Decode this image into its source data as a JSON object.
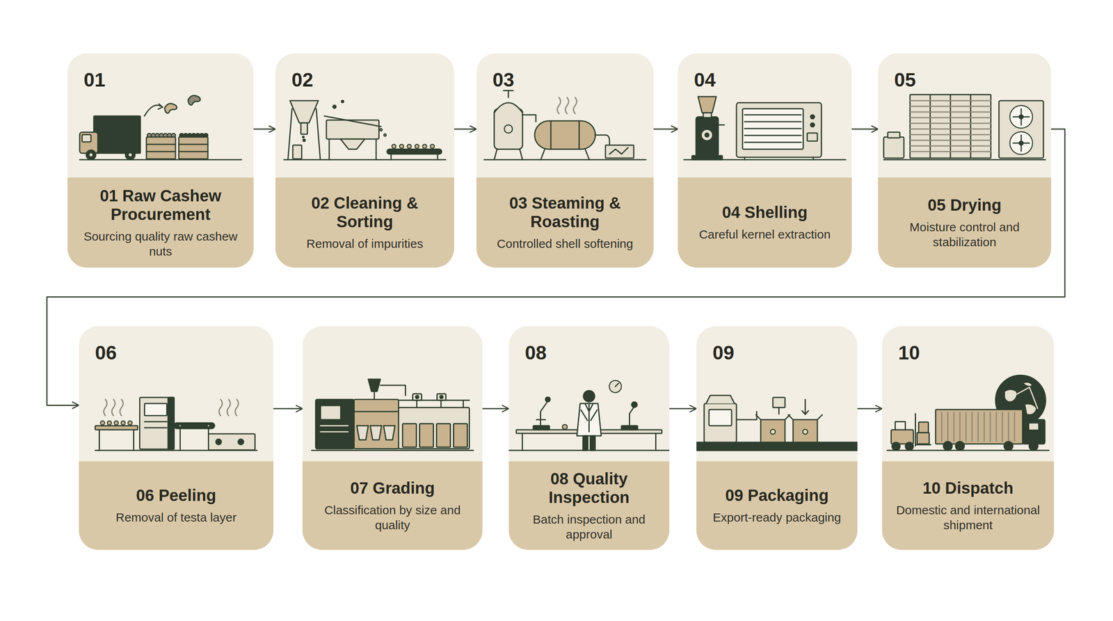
{
  "diagram": {
    "nodes": [
      {
        "text": [
          "01",
          "01 Raw Cashew Procurement",
          "Sourcing quality raw cashew nuts"
        ]
      },
      {
        "text": [
          "02",
          "02 Cleaning & Sorting",
          "Removal of impurities"
        ]
      },
      {
        "text": [
          "03",
          "03 Steaming & Roasting",
          "Controlled shell softening"
        ]
      },
      {
        "text": [
          "04",
          "04 Shelling",
          "Careful kernel extraction"
        ]
      },
      {
        "text": [
          "05",
          "05 Drying",
          "Moisture control and stabilization"
        ]
      },
      {
        "text": [
          "06",
          "06 Peeling",
          "Removal of testa layer"
        ]
      },
      {
        "text": [
          "07 Grading",
          "Classification by size and quality"
        ]
      },
      {
        "text": [
          "08",
          "08 Quality Inspection",
          "Batch inspection and approval"
        ]
      },
      {
        "text": [
          "09",
          "09 Packaging",
          "Export-ready packaging"
        ]
      },
      {
        "text": [
          "10",
          "10 Dispatch",
          "Domestic and international shipment"
        ]
      }
    ],
    "edges": [
      {
        "from": 0,
        "to": 1,
        "arrow": "to"
      },
      {
        "from": 1,
        "to": 2,
        "arrow": "to"
      },
      {
        "from": 2,
        "to": 3,
        "arrow": "to"
      },
      {
        "from": 3,
        "to": 4,
        "arrow": "to"
      },
      {
        "from": 4,
        "to": 5,
        "arrow": "to"
      },
      {
        "from": 5,
        "to": 6,
        "arrow": "to"
      },
      {
        "from": 6,
        "to": 7,
        "arrow": "to"
      },
      {
        "from": 7,
        "to": 8,
        "arrow": "to"
      },
      {
        "from": 8,
        "to": 9,
        "arrow": "to"
      }
    ]
  }
}
